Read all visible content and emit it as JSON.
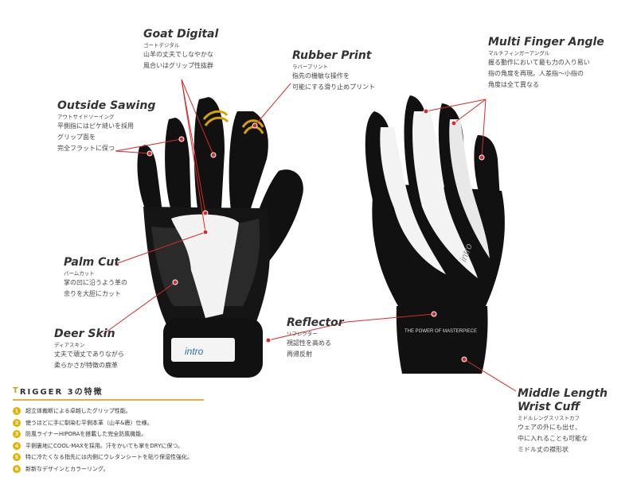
{
  "callouts": [
    {
      "id": "goat",
      "title": "Goat Digital",
      "kana": "ゴートデジタル",
      "desc": "山羊の丈夫でしなやかな\n風合いはグリップ性抜群"
    },
    {
      "id": "rubber",
      "title": "Rubber Print",
      "kana": "ラバープリント",
      "desc": "指先の機敏な操作を\n可能にする滑り止めプリント"
    },
    {
      "id": "sawing",
      "title": "Outside Sawing",
      "kana": "アウトサイドソーイング",
      "desc": "平側指にはピケ縫いを採用\nグリップ面を\n完全フラットに保つ"
    },
    {
      "id": "palm",
      "title": "Palm Cut",
      "kana": "パームカット",
      "desc": "掌の凹に沿うよう革の\n余りを大胆にカット"
    },
    {
      "id": "deer",
      "title": "Deer Skin",
      "kana": "ディアスキン",
      "desc": "丈夫で頑丈でありながら\n柔らかさが特徴の鹿革"
    },
    {
      "id": "reflector",
      "title": "Reflector",
      "kana": "リフレクター",
      "desc": "視認性を高める\n再帰反射"
    },
    {
      "id": "multi",
      "title": "Multi Finger Angle",
      "kana": "マルチフィンガーアングル",
      "desc": "握る動作において最も力の入り易い\n指の角度を再現。人差指〜小指の\n角度は全て異なる"
    },
    {
      "id": "cuff",
      "title": "Middle Length\nWrist Cuff",
      "kana": "ミドルレングスリストカフ",
      "desc": "ウェアの外にも出せ、\n中に入れることも可能な\nミドル丈の襟形状"
    }
  ],
  "trigger": {
    "title_initial": "T",
    "title_rest": "RIGGER 3の特徴",
    "items": [
      {
        "n": "1",
        "text": "超立体裁断による卓越したグリップ性能。"
      },
      {
        "n": "2",
        "text": "使うほどに手に馴染む平側本革（山羊&鹿）仕様。"
      },
      {
        "n": "3",
        "text": "防風ライナーHIPORAを搭載した完全防風機能。"
      },
      {
        "n": "4",
        "text": "平側裏地にCOOL-MAXを採用。汗をかいても掌をDRYに保つ。"
      },
      {
        "n": "5",
        "text": "特に冷たくなる指先には内側にウレタンシートを貼り保湿性強化。"
      },
      {
        "n": "6",
        "text": "新新なデザインとカラーリング。"
      }
    ]
  },
  "glove_text": {
    "brand_left": "intro",
    "brand_right": "intro",
    "cuff_band": "THE POWER OF MASTERPIECE"
  },
  "colors": {
    "accent_red": "#d42b2b",
    "gold": "#d7b44a",
    "number_badge": "#e0b400"
  }
}
